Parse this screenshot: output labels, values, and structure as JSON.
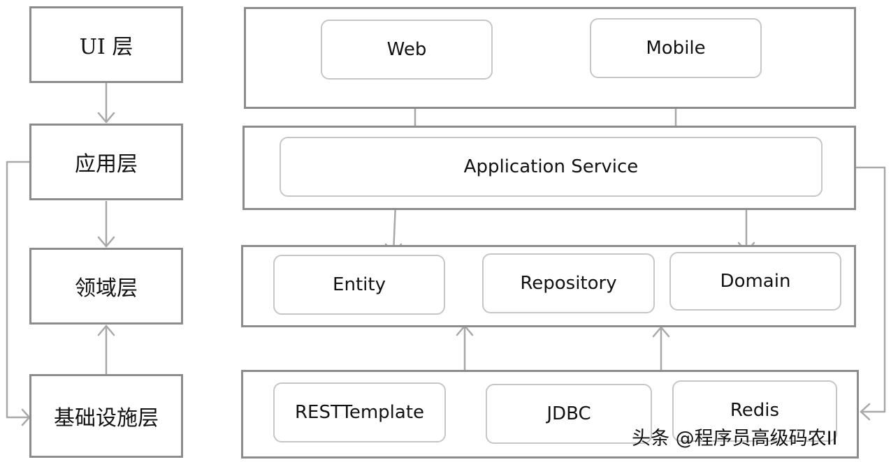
{
  "left_layers": {
    "ui": "UI 层",
    "application": "应用层",
    "domain": "领域层",
    "infrastructure": "基础设施层"
  },
  "ui_layer": {
    "web": "Web",
    "mobile": "Mobile"
  },
  "application_layer": {
    "service": "Application Service"
  },
  "domain_layer": {
    "entity": "Entity",
    "repository": "Repository",
    "domain": "Domain"
  },
  "infrastructure_layer": {
    "rest_template": "RESTTemplate",
    "jdbc": "JDBC",
    "redis": "Redis"
  },
  "watermark": "头条 @程序员高级码农II",
  "colors": {
    "box_border": "#8c8c8c",
    "component_border": "#c6c6c6",
    "arrow": "#a8a8a8"
  }
}
